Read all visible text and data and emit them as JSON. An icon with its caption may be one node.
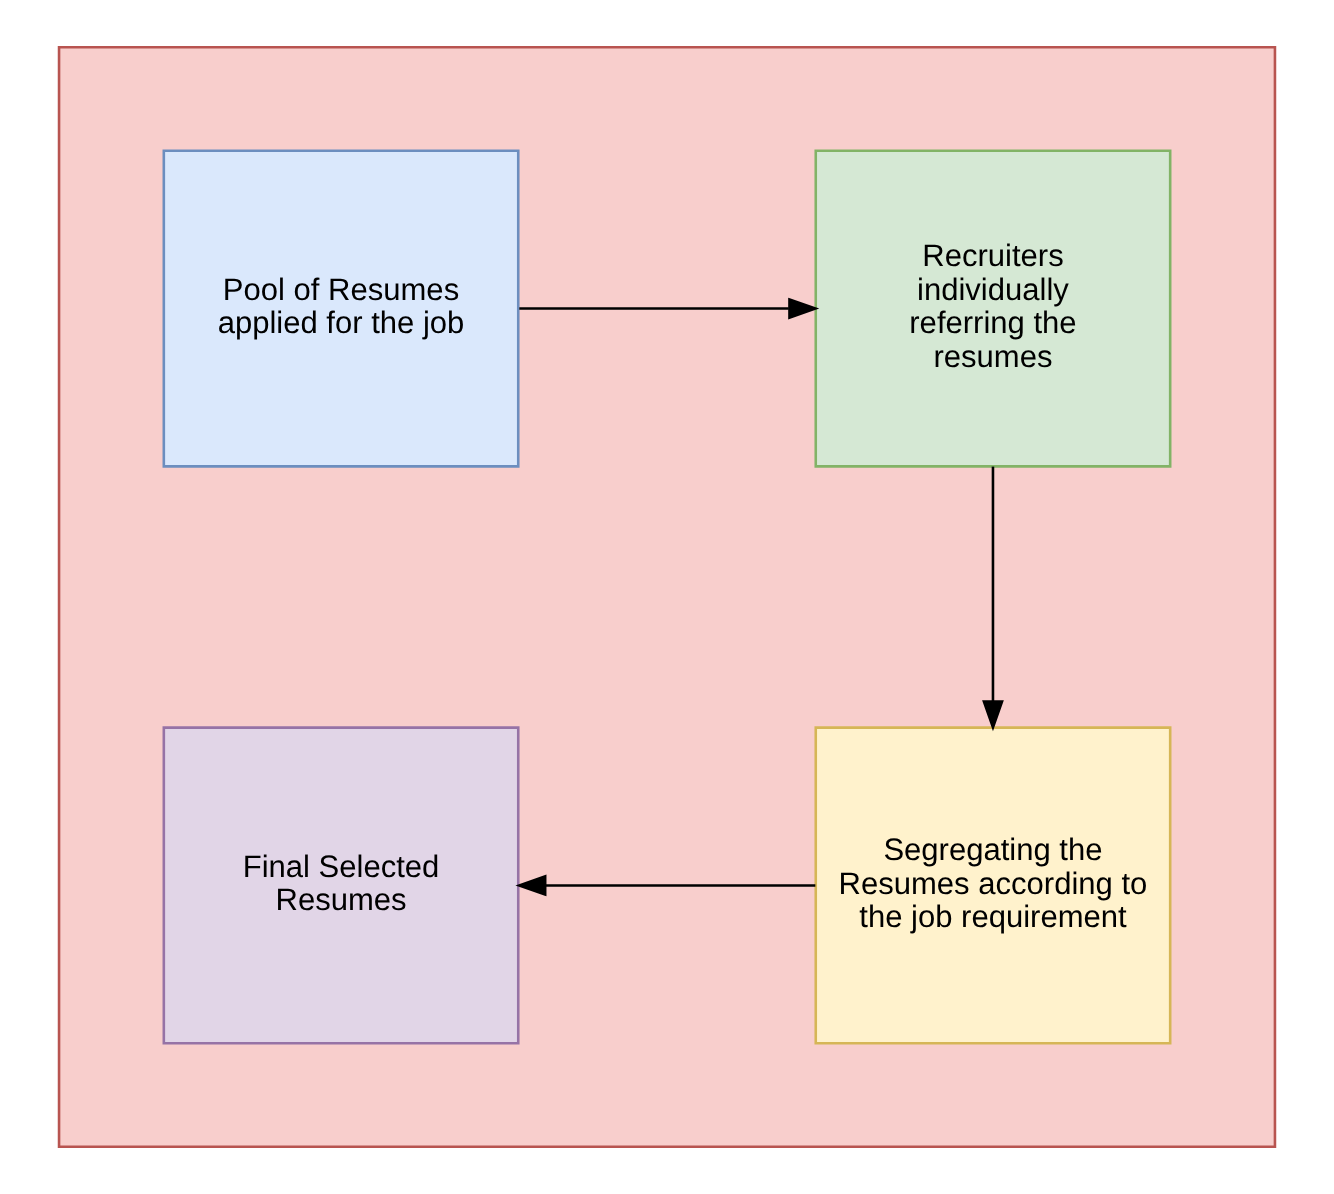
{
  "diagram": {
    "nodes": [
      {
        "text": [],
        "shape": "box"
      },
      {
        "text": [
          "Pool of Resumes applied for the job"
        ],
        "in": 0
      },
      {
        "text": [
          "Recruiters individually referring the resumes"
        ],
        "in": 0
      },
      {
        "text": [
          "Segregating the Resumes according to the job requirement"
        ],
        "in": 0
      },
      {
        "text": [
          "Final Selected Resumes"
        ],
        "in": 0
      }
    ],
    "edges": [
      {
        "from": 1,
        "to": 2,
        "arrow": "to"
      },
      {
        "from": 2,
        "to": 3,
        "arrow": "to"
      },
      {
        "from": 3,
        "to": 4,
        "arrow": "to"
      }
    ]
  }
}
